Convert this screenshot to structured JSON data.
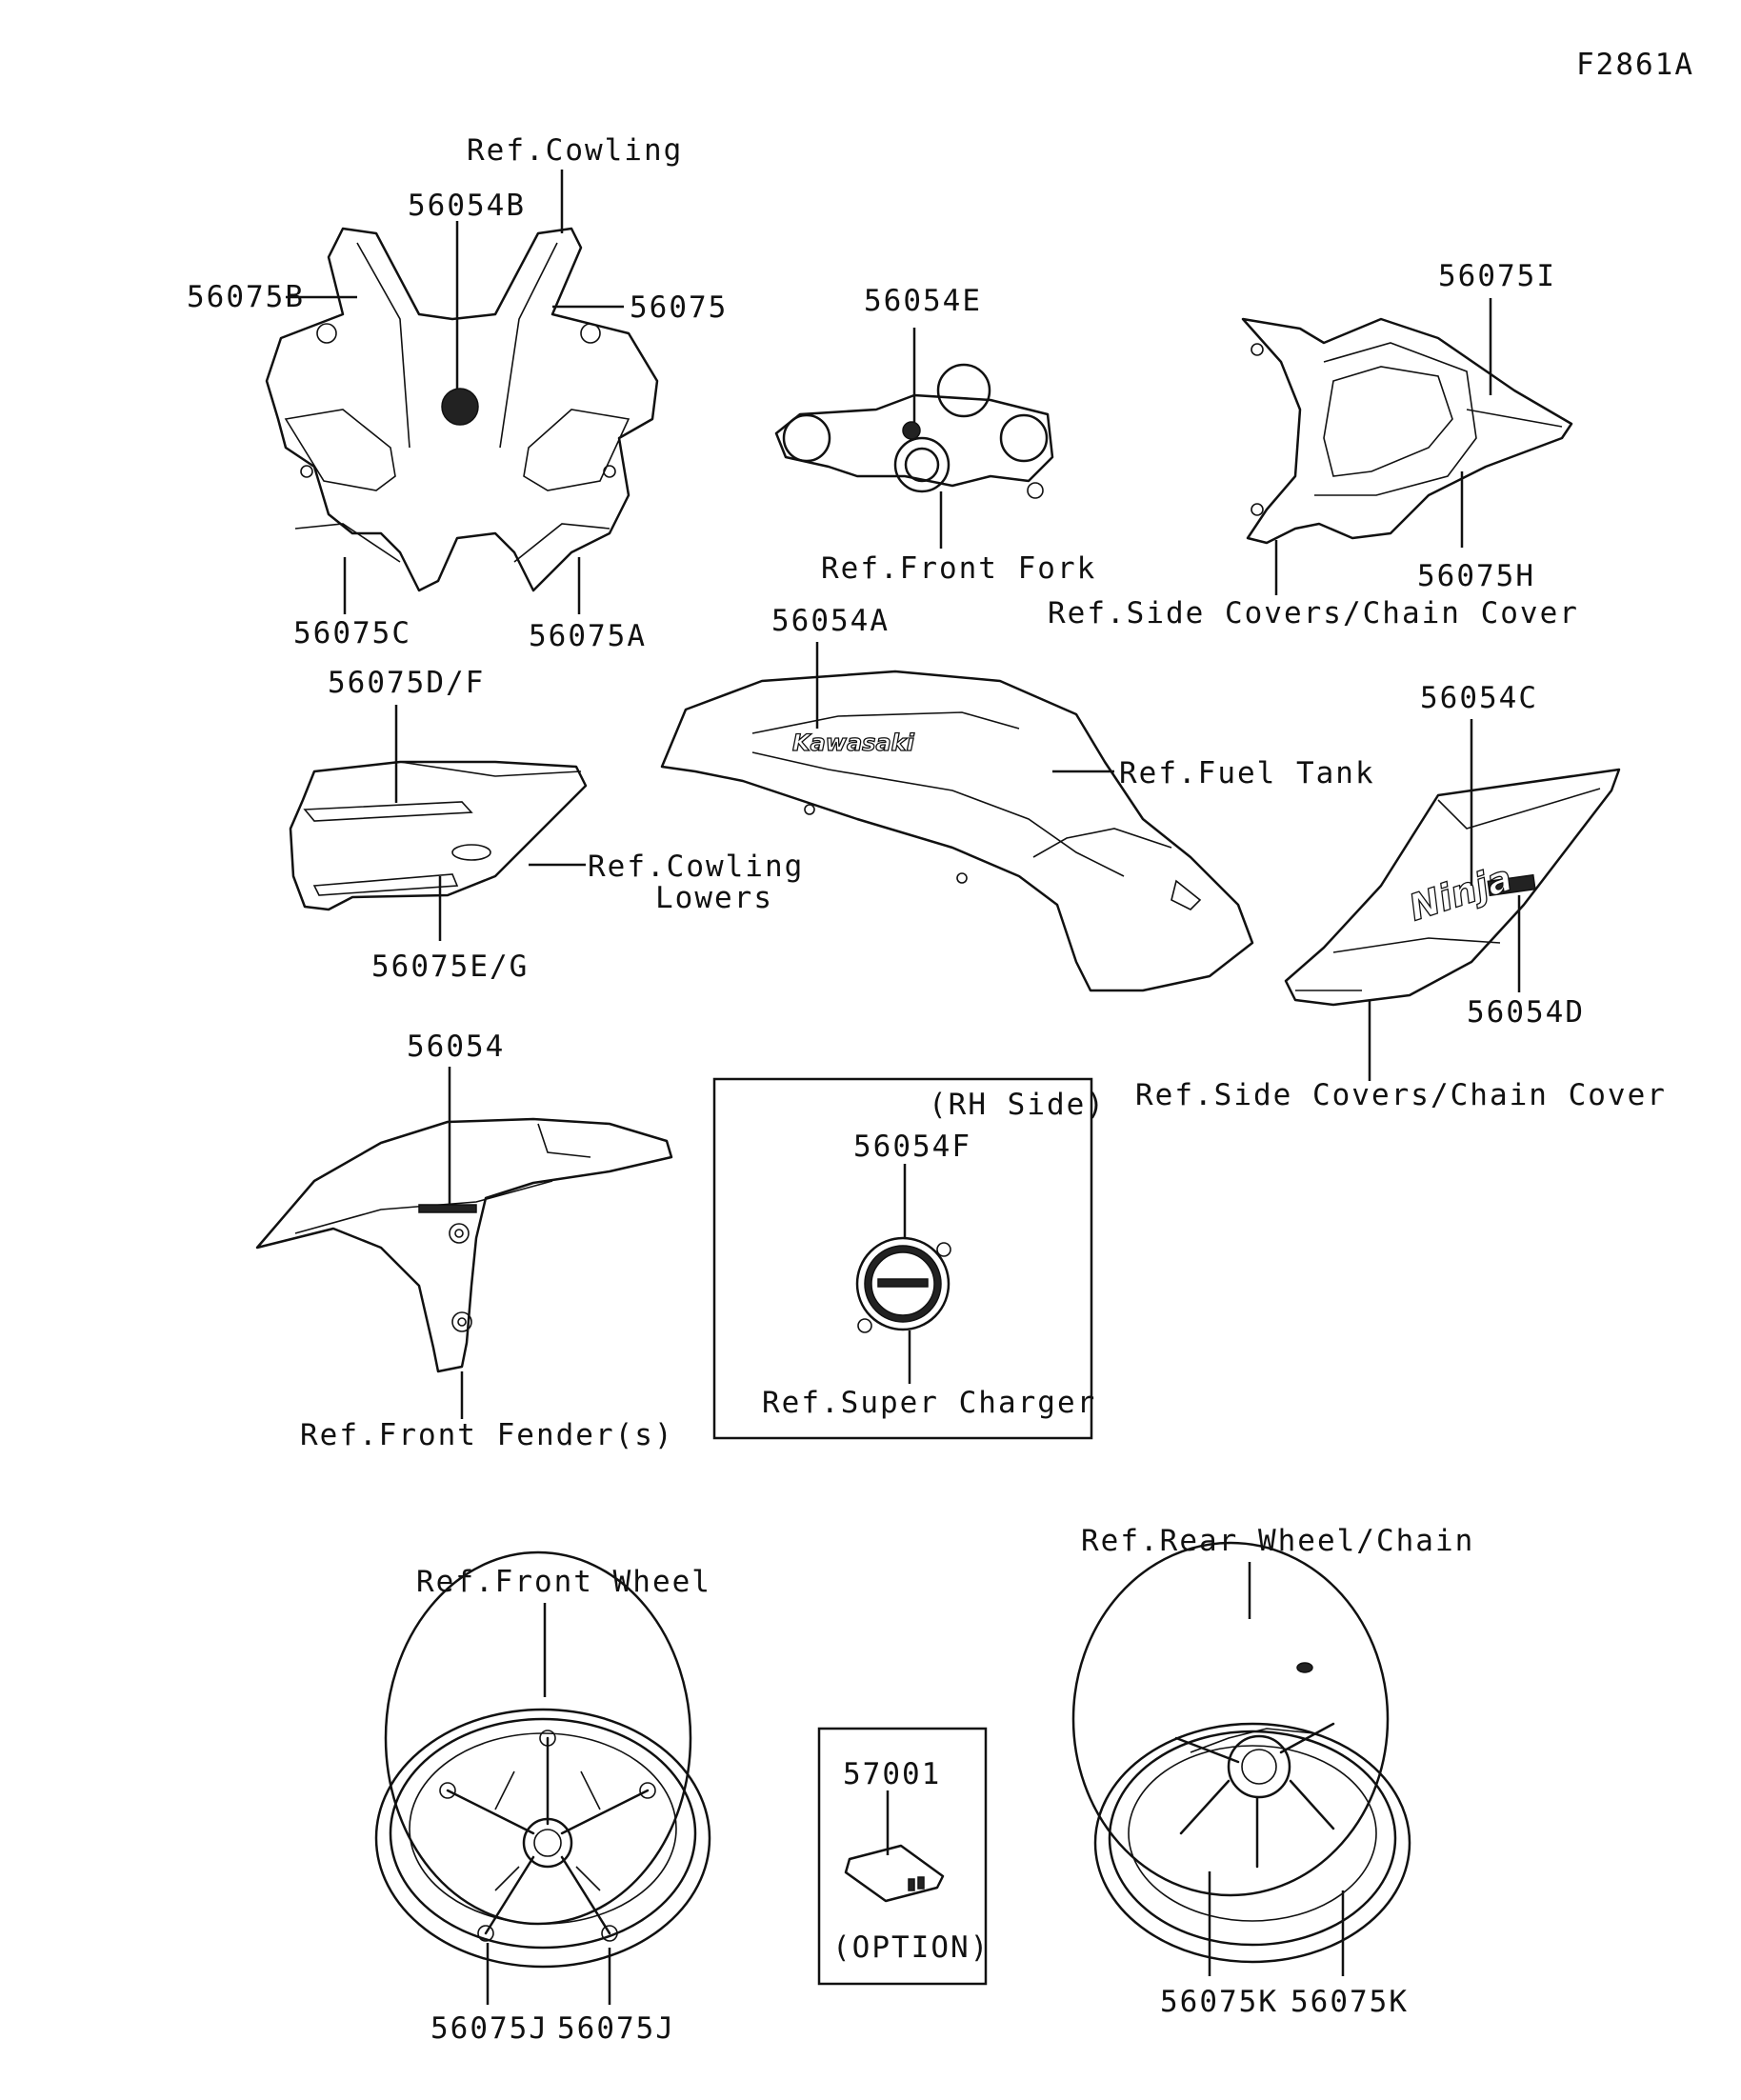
{
  "figure_id": "F2861A",
  "callouts": {
    "ref_cowling": "Ref.Cowling",
    "p56054B": "56054B",
    "p56075B": "56075B",
    "p56075": "56075",
    "p56075C": "56075C",
    "p56075A": "56075A",
    "p56054E": "56054E",
    "ref_front_fork": "Ref.Front Fork",
    "p56075I": "56075I",
    "p56075H": "56075H",
    "ref_side_covers_1": "Ref.Side Covers/Chain Cover",
    "p56054A": "56054A",
    "ref_fuel_tank": "Ref.Fuel Tank",
    "p56075DF": "56075D/F",
    "ref_cowling_lowers_1": "Ref.Cowling",
    "ref_cowling_lowers_2": "Lowers",
    "p56075EG": "56075E/G",
    "p56054C": "56054C",
    "p56054D": "56054D",
    "ref_side_covers_2": "Ref.Side Covers/Chain Cover",
    "p56054": "56054",
    "ref_front_fenders": "Ref.Front Fender(s)",
    "rh_side": "(RH Side)",
    "p56054F": "56054F",
    "ref_super_charger": "Ref.Super Charger",
    "ref_front_wheel": "Ref.Front Wheel",
    "p56075J_1": "56075J",
    "p56075J_2": "56075J",
    "p57001": "57001",
    "option": "(OPTION)",
    "ref_rear_wheel": "Ref.Rear Wheel/Chain",
    "p56075K_1": "56075K",
    "p56075K_2": "56075K"
  },
  "decal_text": {
    "kawasaki": "Kawasaki",
    "ninja": "Ninja"
  }
}
